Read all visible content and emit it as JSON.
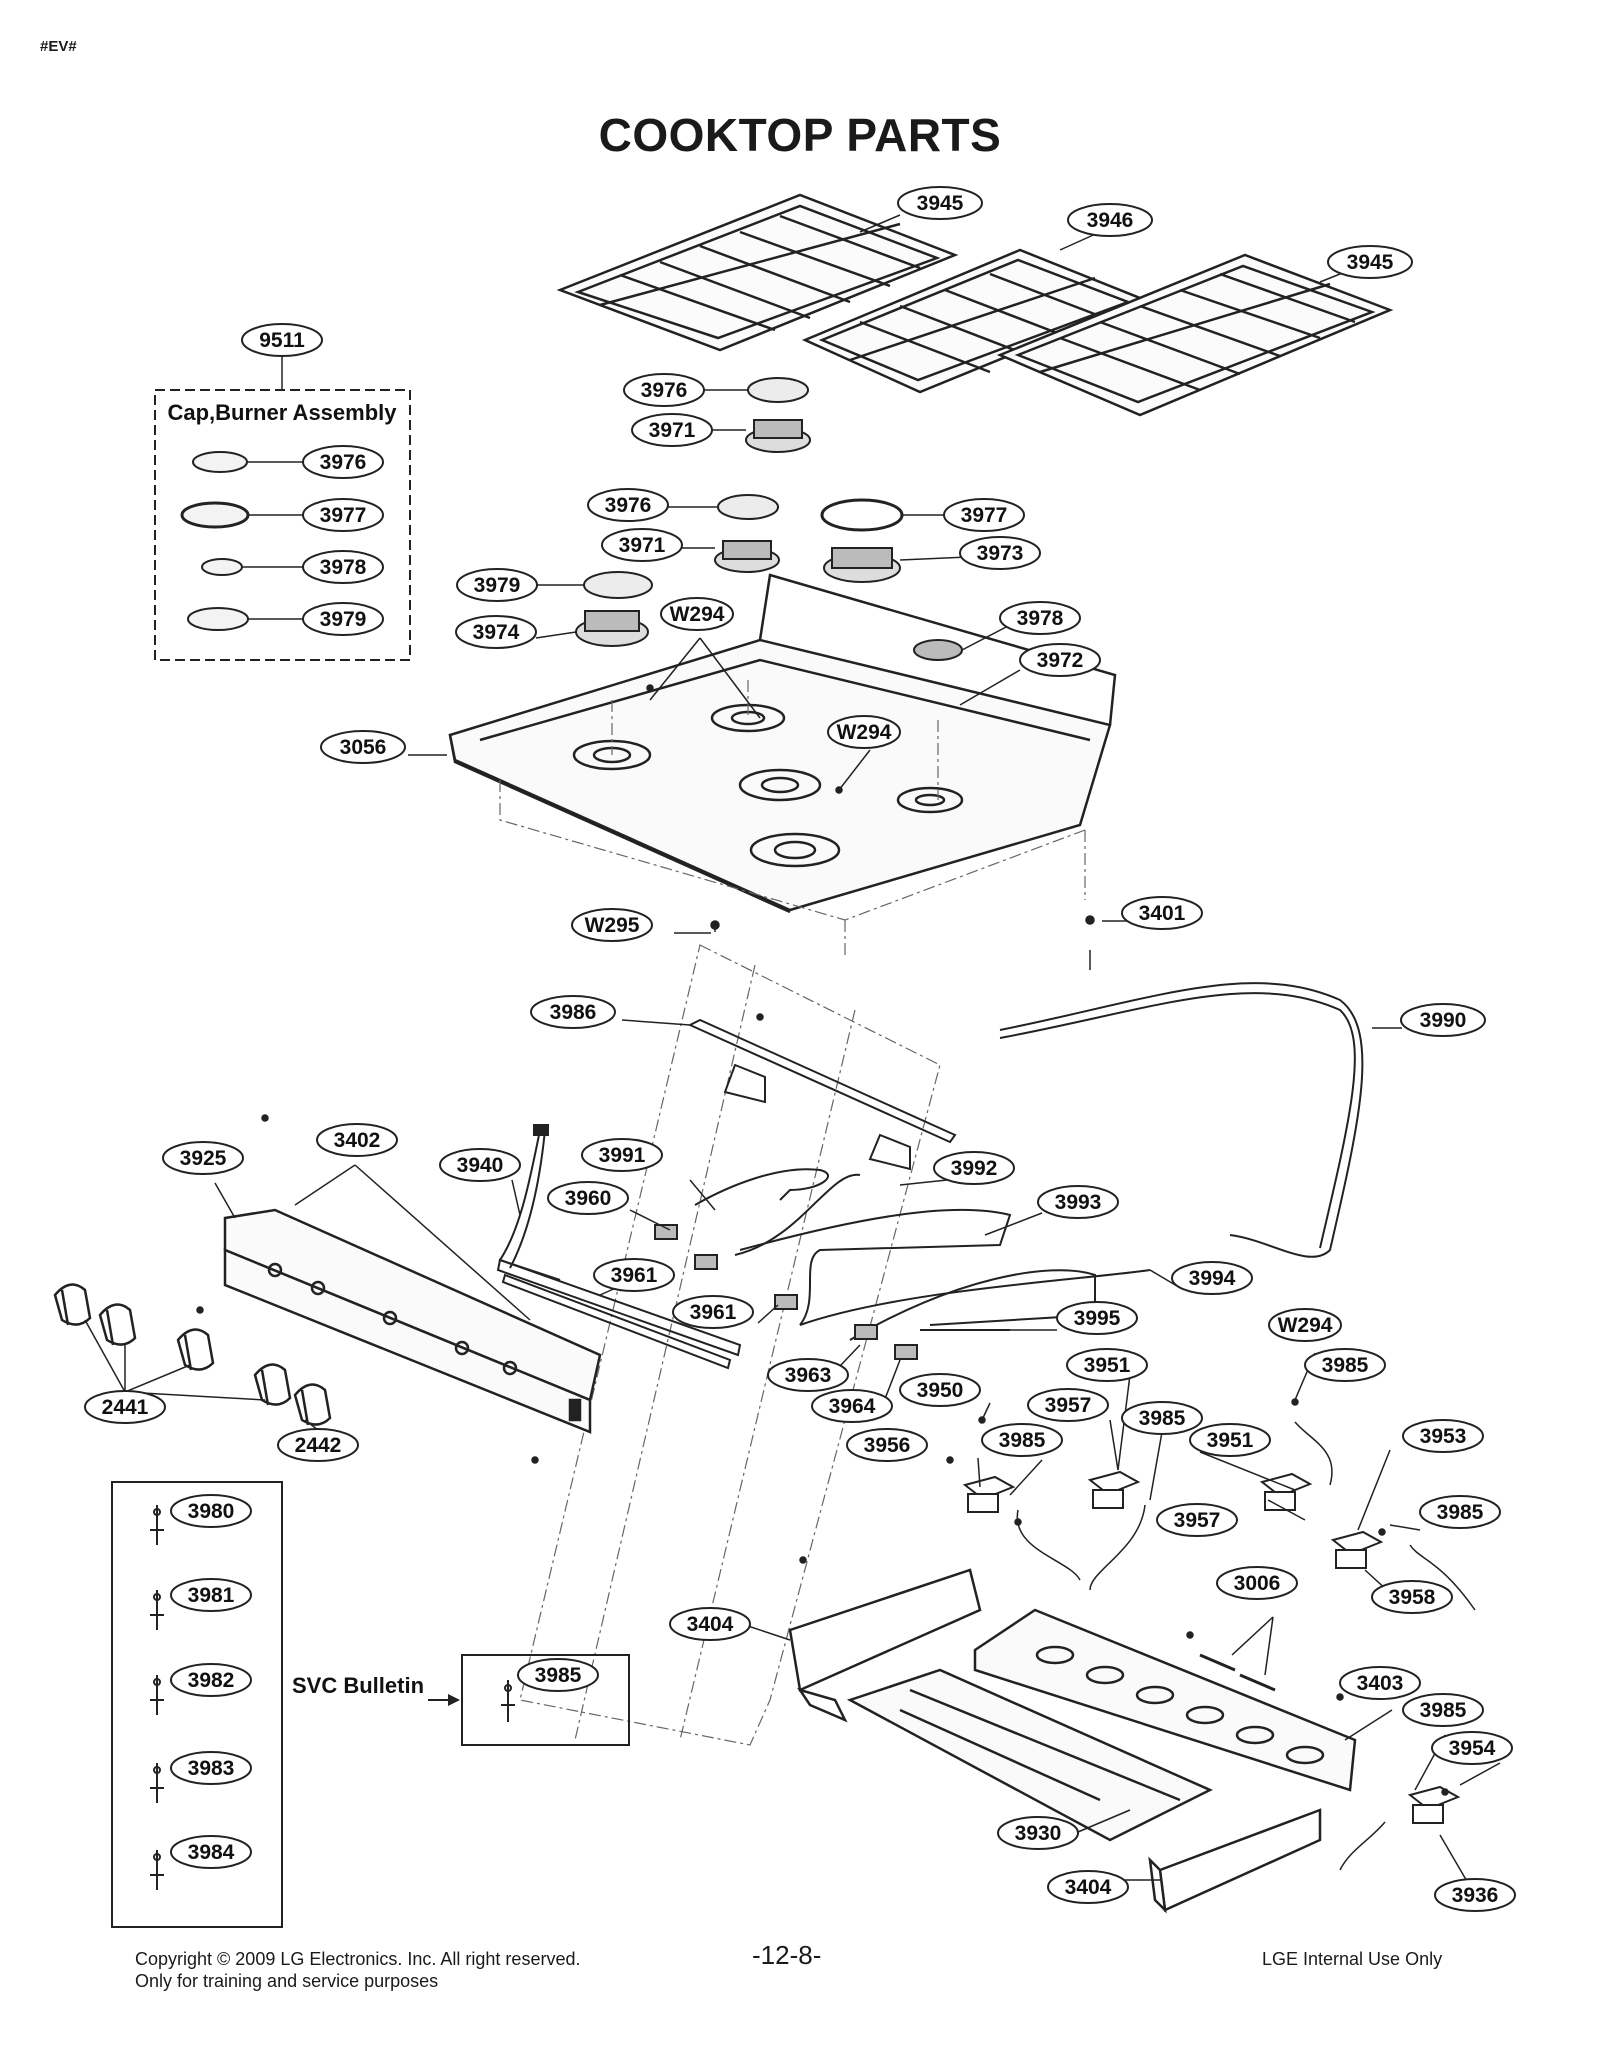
{
  "header": {
    "tag": "#EV#",
    "title": "COOKTOP PARTS"
  },
  "groups": {
    "cap_burner_assembly": "Cap,Burner Assembly",
    "svc_bulletin": "SVC Bulletin"
  },
  "callouts": [
    "3945",
    "3946",
    "3945",
    "9511",
    "3976",
    "3971",
    "3976",
    "3977",
    "3976",
    "3971",
    "3973",
    "3978",
    "3979",
    "3979",
    "3974",
    "W294",
    "3978",
    "3972",
    "3056",
    "W294",
    "W295",
    "3401",
    "3986",
    "3990",
    "3925",
    "3402",
    "3940",
    "3991",
    "3960",
    "3992",
    "3993",
    "3961",
    "3961",
    "3994",
    "3995",
    "W294",
    "3963",
    "3951",
    "3985",
    "3964",
    "3950",
    "3957",
    "3985",
    "3956",
    "3985",
    "3951",
    "3953",
    "3957",
    "3985",
    "3958",
    "3980",
    "3006",
    "3981",
    "3404",
    "3982",
    "3985",
    "3403",
    "3985",
    "3954",
    "3983",
    "3930",
    "3984",
    "3404",
    "3936",
    "2441",
    "2442"
  ],
  "footer": {
    "copyright": "Copyright © 2009 LG Electronics. Inc. All right reserved.",
    "purpose": "Only for training and service purposes",
    "page_number": "-12-8-",
    "internal": "LGE Internal Use Only"
  }
}
